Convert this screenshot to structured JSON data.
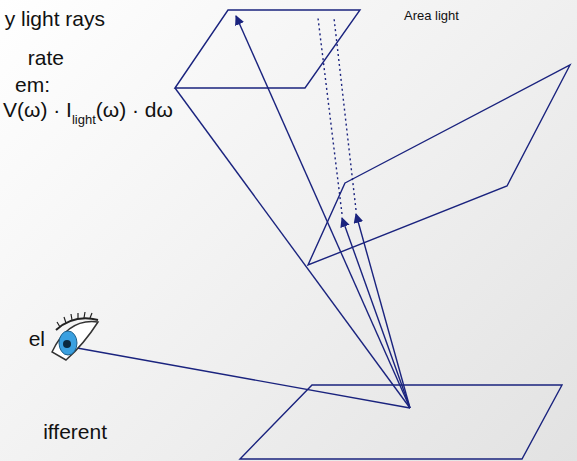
{
  "diagram": {
    "labels": [
      "Area light",
      "y light rays",
      "rate",
      "em:",
      "V(ω) · I",
      "light",
      "(ω) · dω",
      "el",
      "ifferent"
    ]
  }
}
